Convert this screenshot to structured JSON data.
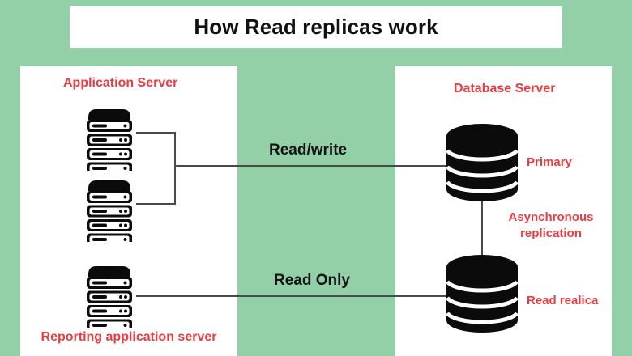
{
  "title": "How Read replicas work",
  "theme": {
    "background_green": "#93d0a7",
    "panel_white": "#ffffff",
    "label_red": "#ea3b40",
    "text_black": "#131313",
    "line_gray": "#4a4a4a"
  },
  "panels": {
    "left": {
      "heading": "Application Server"
    },
    "right": {
      "heading": "Database Server"
    }
  },
  "nodes": {
    "app_server_1": {
      "icon": "server-rack-icon"
    },
    "app_server_2": {
      "icon": "server-rack-icon"
    },
    "reporting_server": {
      "icon": "server-rack-icon",
      "caption": "Reporting application server"
    },
    "primary_db": {
      "icon": "database-cylinder-icon",
      "label": "Primary"
    },
    "replica_db": {
      "icon": "database-cylinder-icon",
      "label": "Read realica"
    }
  },
  "connections": {
    "read_write": "Read/write",
    "read_only": "Read Only",
    "replication_line1": "Asynchronous",
    "replication_line2": "replication"
  }
}
